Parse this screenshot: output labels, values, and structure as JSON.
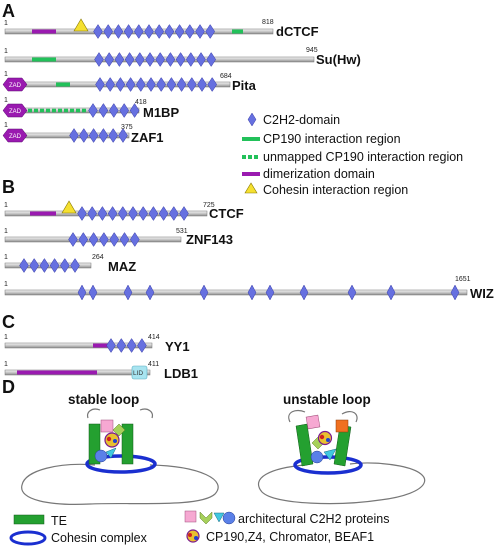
{
  "colors": {
    "c2h2": "#6670e0",
    "cp190": "#22c15a",
    "dimer": "#9a1ab0",
    "cohesin": "#f5e030",
    "zad": "#9a1ab0",
    "lid": "#a8e4f0",
    "te": "#24a030",
    "ring": "#1a2fd0"
  },
  "panels": {
    "a": "A",
    "b": "B",
    "c": "C",
    "d": "D"
  },
  "proteins": {
    "dctcf": {
      "name": "dCTCF",
      "start": "1",
      "end": "818"
    },
    "suhw": {
      "name": "Su(Hw)",
      "start": "1",
      "end": "945"
    },
    "pita": {
      "name": "Pita",
      "start": "1",
      "end": "684"
    },
    "m1bp": {
      "name": "M1BP",
      "start": "1",
      "end": "418"
    },
    "zaf1": {
      "name": "ZAF1",
      "start": "1",
      "end": "375"
    },
    "ctcf": {
      "name": "CTCF",
      "start": "1",
      "end": "725"
    },
    "znf143": {
      "name": "ZNF143",
      "start": "1",
      "end": "531"
    },
    "maz": {
      "name": "MAZ",
      "start": "1",
      "end": "264"
    },
    "wiz": {
      "name": "WIZ",
      "start": "1",
      "end": "1651"
    },
    "yy1": {
      "name": "YY1",
      "start": "1",
      "end": "414"
    },
    "ldb1": {
      "name": "LDB1",
      "start": "1",
      "end": "411"
    }
  },
  "domain_text": {
    "zad": "ZAD",
    "lid": "LID"
  },
  "legend": {
    "c2h2": "C2H2-domain",
    "cp190": "CP190 interaction region",
    "unmapped": "unmapped CP190 interaction region",
    "dimer": "dimerization domain",
    "cohesin": "Cohesin interaction region"
  },
  "loops": {
    "stable": "stable loop",
    "unstable": "unstable loop"
  },
  "bottom_legend": {
    "te": "TE",
    "cohesin": "Cohesin complex",
    "architectural": "architectural C2H2 proteins",
    "cofactors": "CP190,Z4, Chromator, BEAF1"
  }
}
